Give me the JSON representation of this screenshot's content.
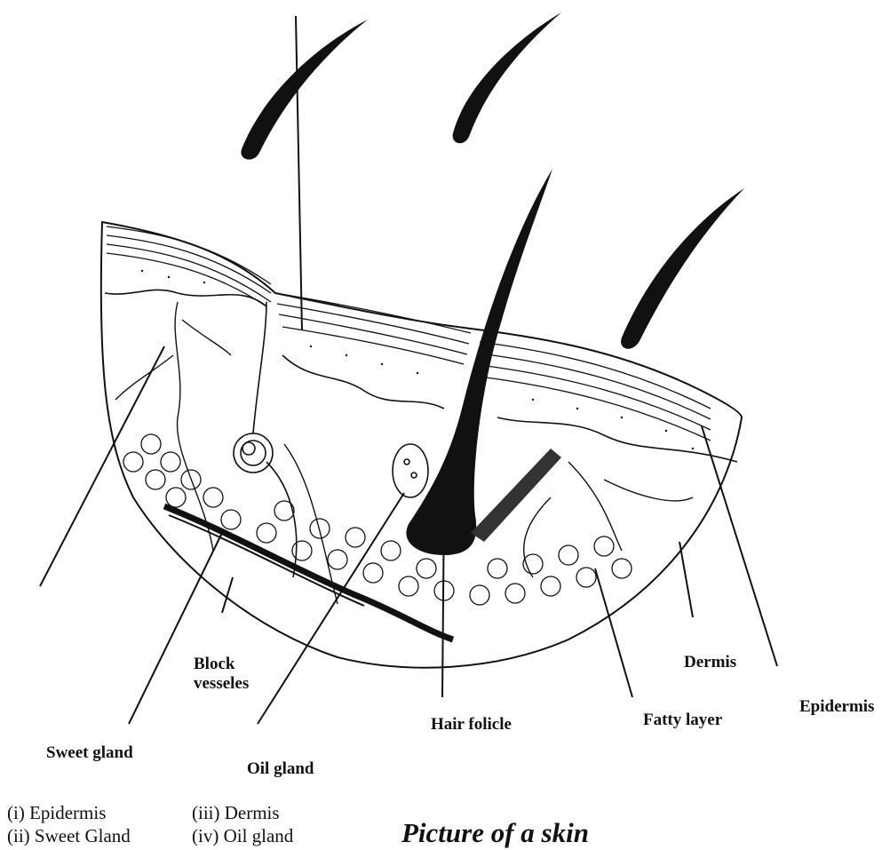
{
  "labels": {
    "block_vessels_line1": "Block",
    "block_vessels_line2": "vesseles",
    "dermis": "Dermis",
    "epidermis": "Epidermis",
    "sweet_gland": "Sweet gland",
    "oil_gland": "Oil gland",
    "hair_folicle": "Hair folicle",
    "fatty_layer": "Fatty layer"
  },
  "legend": {
    "col1": [
      "(i) Epidermis",
      "(ii) Sweet Gland"
    ],
    "col2": [
      "(iii) Dermis",
      "(iv) Oil gland"
    ]
  },
  "caption": "Picture of a skin"
}
